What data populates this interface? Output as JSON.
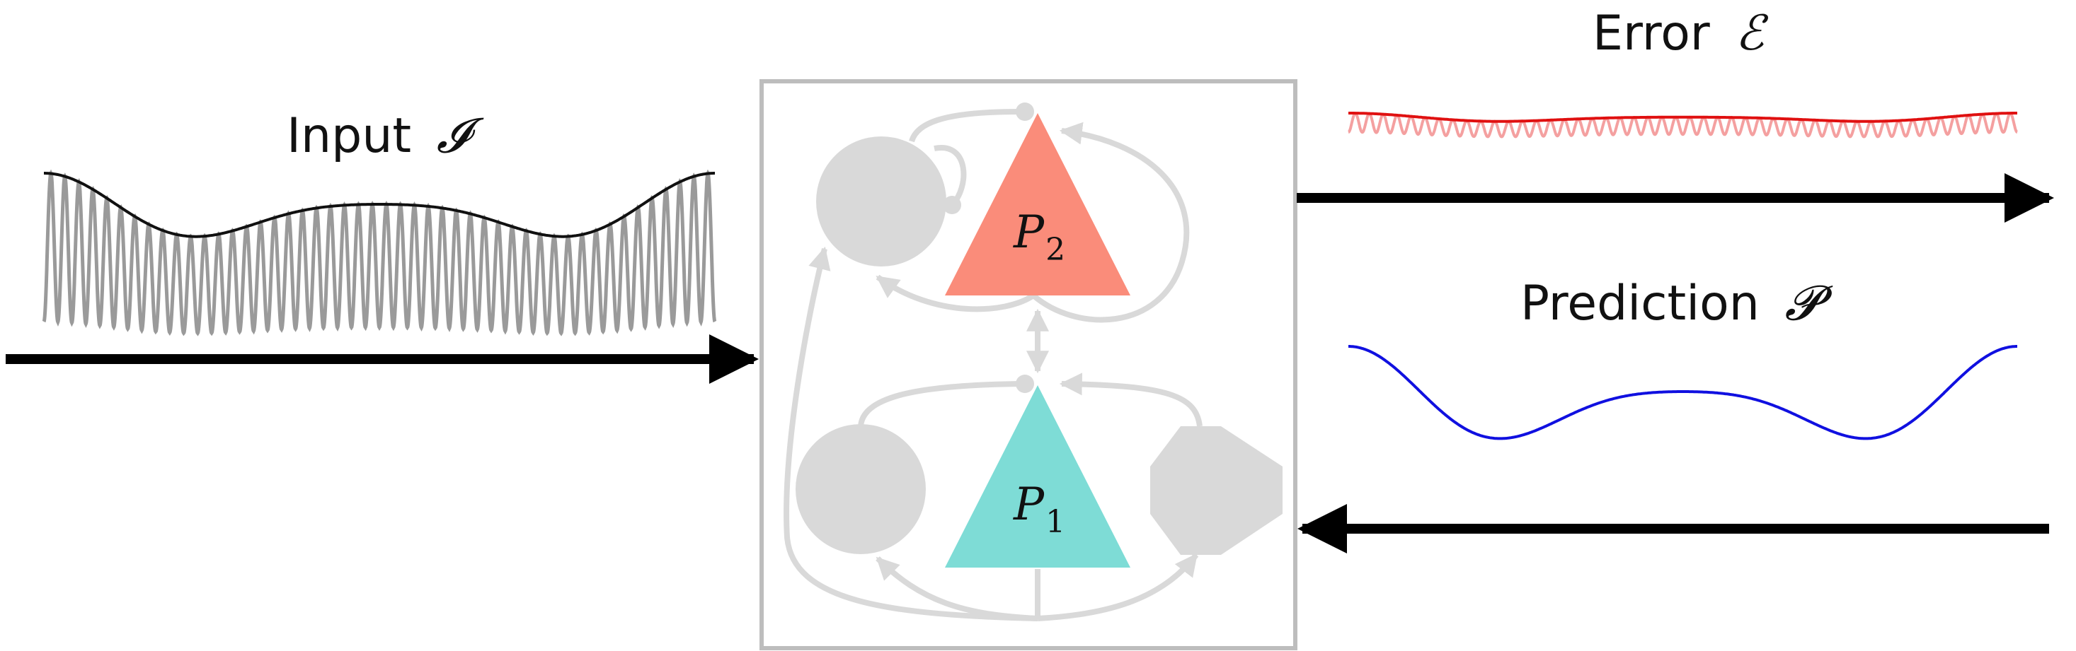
{
  "labels": {
    "input": "Input",
    "input_symbol": "𝓘",
    "error": "Error",
    "error_symbol": "ℰ",
    "prediction": "Prediction",
    "prediction_symbol": "𝓟",
    "p2_base": "P",
    "p2_sub": "2",
    "p1_base": "P",
    "p1_sub": "1"
  },
  "colors": {
    "arrow": "#000000",
    "box_border": "#bdbdbd",
    "node": "#d9d9d9",
    "p2": "#fa8c7a",
    "p1": "#7edcd6",
    "input_raw": "#9a9a9a",
    "input_envelope": "#111111",
    "error_raw": "#f4a0a0",
    "error_envelope": "#e01010",
    "prediction": "#1010e0"
  }
}
